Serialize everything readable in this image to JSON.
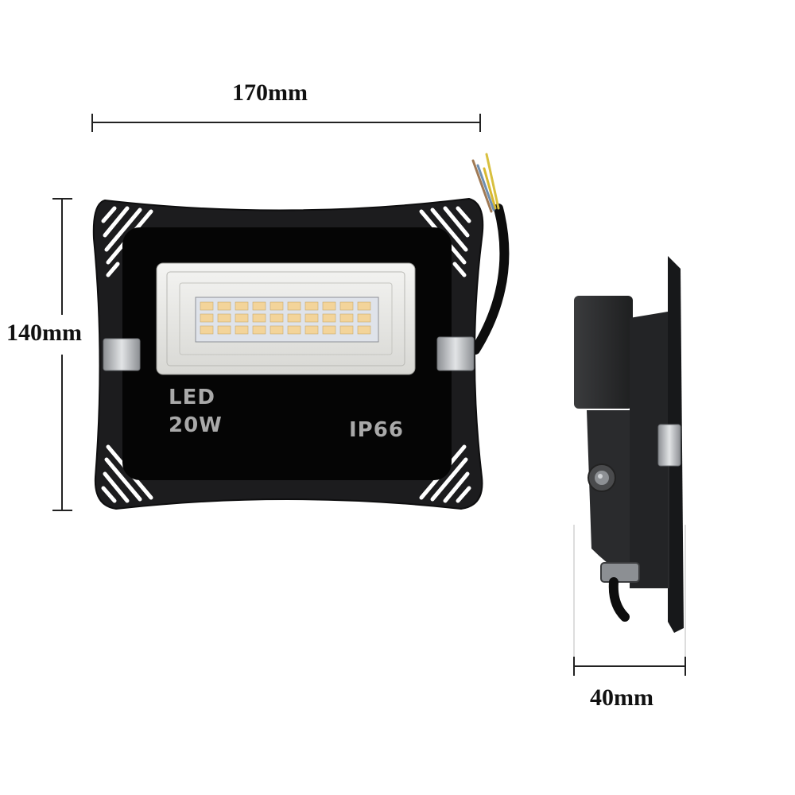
{
  "dimensions": {
    "width": "170mm",
    "height": "140mm",
    "depth": "40mm"
  },
  "product_print": {
    "type": "LED",
    "power": "20W",
    "rating": "IP66"
  },
  "colors": {
    "housing": "#1c1c1e",
    "face": "#050505",
    "side_housing": "#2a2b2d",
    "clip": "#b9bcbf",
    "led_warm": "#f3d49a",
    "print": "#a9a9a9",
    "wire_yellow": "#d8b830",
    "wire_blue": "#6f8fb0",
    "wire_brown": "#a07a55"
  }
}
